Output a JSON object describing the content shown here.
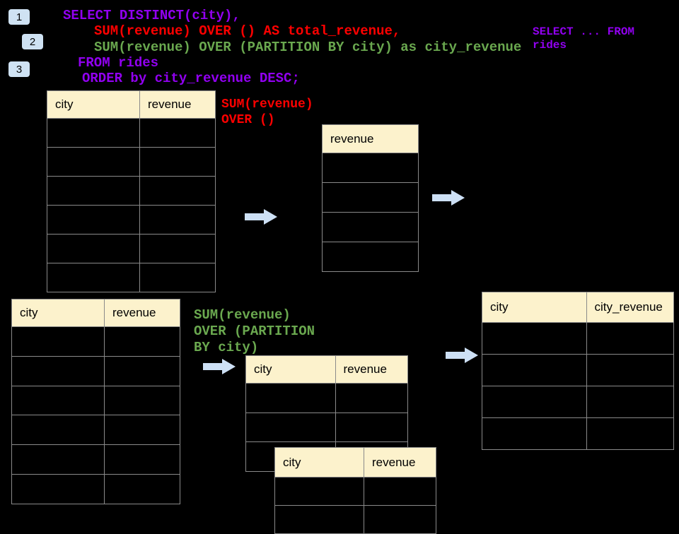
{
  "colors": {
    "purple": "#9100F0",
    "red": "#FF0000",
    "green": "#6AA84F",
    "header_bg": "#FCF2CC",
    "table_border": "#8A8A8A",
    "badge_bg": "#CFE2F3",
    "arrow": "#CDE0F5",
    "background": "#000000"
  },
  "badges": [
    {
      "label": "1"
    },
    {
      "label": "2"
    },
    {
      "label": "3"
    }
  ],
  "code": {
    "lines": [
      {
        "text": "SELECT DISTINCT(city),",
        "color": "purple"
      },
      {
        "text": "SUM(revenue) OVER () AS total_revenue,",
        "color": "red"
      },
      {
        "text": "SUM(revenue) OVER (PARTITION BY city) as city_revenue",
        "color": "green"
      },
      {
        "text": "FROM rides",
        "color": "purple"
      },
      {
        "text": "ORDER by city_revenue DESC;",
        "color": "purple"
      }
    ]
  },
  "side_note": {
    "lines": [
      "SELECT ... FROM",
      "rides"
    ],
    "color": "purple"
  },
  "labels": {
    "total_revenue": {
      "color": "red",
      "lines": [
        "SUM(revenue)",
        "OVER ()"
      ]
    },
    "partition": {
      "color": "green",
      "lines": [
        "SUM(revenue)",
        "OVER (PARTITION",
        "BY city)"
      ]
    }
  },
  "tables": {
    "source_top": {
      "headers": [
        "city",
        "revenue"
      ],
      "rows": 6
    },
    "total_result": {
      "headers": [
        "revenue"
      ],
      "rows": 4
    },
    "source_bottom": {
      "headers": [
        "city",
        "revenue"
      ],
      "rows": 6
    },
    "partition_step": {
      "headers": [
        "city",
        "revenue"
      ],
      "rows": 3
    },
    "partition_step_front": {
      "headers": [
        "city",
        "revenue"
      ],
      "rows": 2
    },
    "final_result": {
      "headers": [
        "city",
        "city_revenue"
      ],
      "rows": 4
    }
  }
}
